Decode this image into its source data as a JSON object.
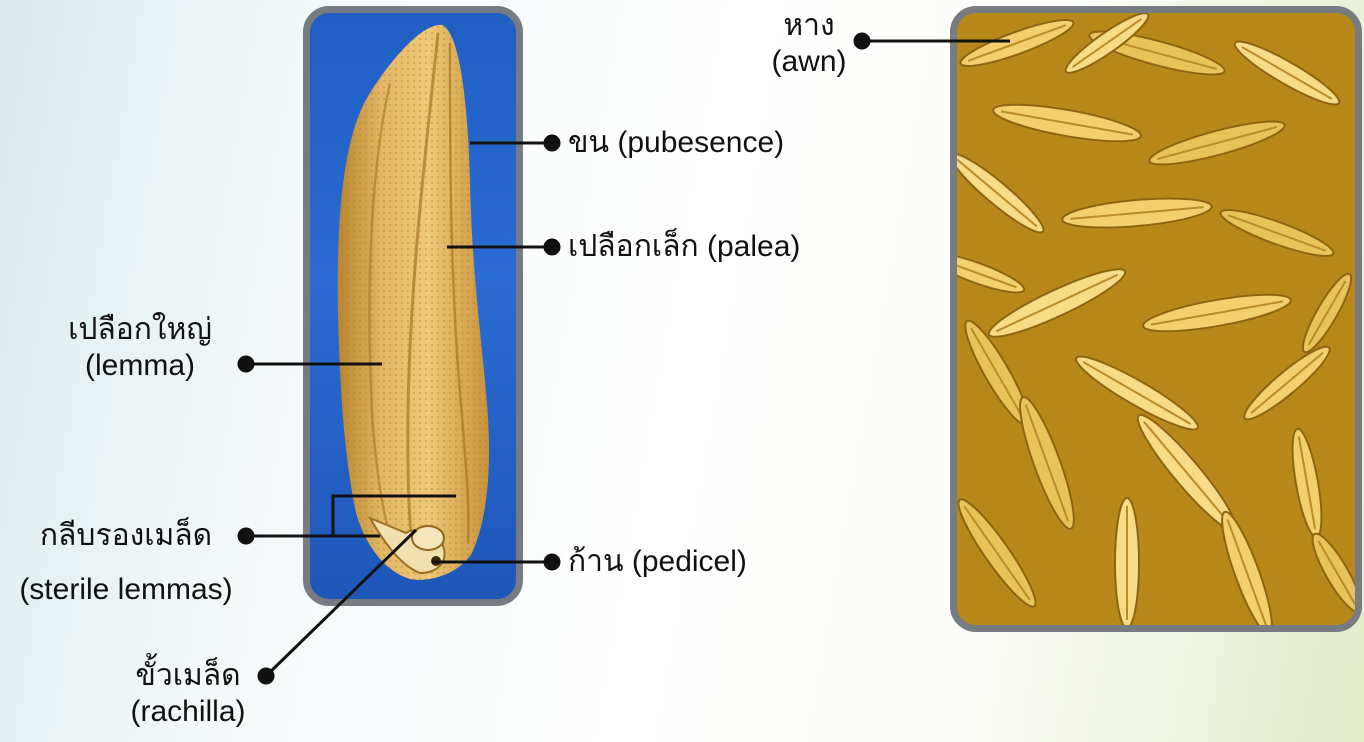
{
  "labels": {
    "awn": {
      "thai": "หาง",
      "en": "(awn)"
    },
    "pubescence": {
      "text": "ขน  (pubesence)"
    },
    "palea": {
      "text": "เปลือกเล็ก  (palea)"
    },
    "lemma": {
      "thai": "เปลือกใหญ่",
      "en": "(lemma)"
    },
    "sterile_lemmas": {
      "thai": "กลีบรองเมล็ด",
      "en": "(sterile lemmas)"
    },
    "pedicel": {
      "text": "ก้าน  (pedicel)"
    },
    "rachilla": {
      "thai": "ขั้วเมล็ด",
      "en": "(rachilla)"
    }
  },
  "colors": {
    "panel_border": "#777c82",
    "seed_background": "#2a6bd3",
    "grain": "#e8c35a",
    "leader_line": "#111111"
  }
}
